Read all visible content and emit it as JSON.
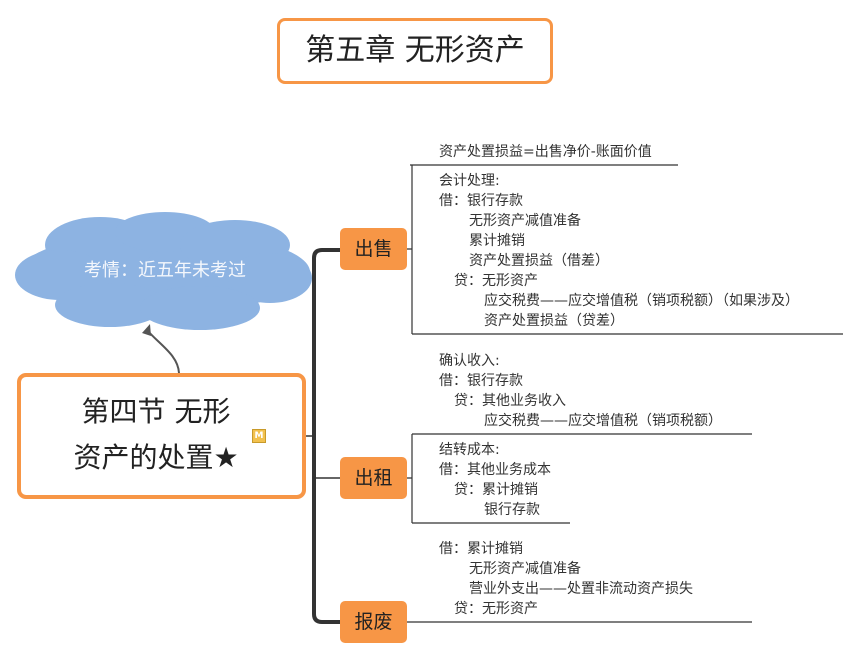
{
  "title": "第五章 无形资产",
  "central": {
    "line1": "第四节 无形",
    "line2": "资产的处置★",
    "marker": "M"
  },
  "callout": {
    "text": "考情：近五年未考过"
  },
  "colors": {
    "accent": "#F79646",
    "cloud": "#8DB3E2",
    "line": "#333333"
  },
  "branches": [
    {
      "label": "出售",
      "children": [
        {
          "lines": [
            "资产处置损益=出售净价-账面价值"
          ]
        },
        {
          "lines": [
            "会计处理:",
            "借：银行存款",
            "无形资产减值准备",
            "累计摊销",
            "资产处置损益（借差）",
            "贷：无形资产",
            "应交税费——应交增值税（销项税额）（如果涉及）",
            "资产处置损益（贷差）"
          ]
        }
      ]
    },
    {
      "label": "出租",
      "children": [
        {
          "lines": [
            "确认收入:",
            "借：银行存款",
            "贷：其他业务收入",
            "应交税费——应交增值税（销项税额）"
          ]
        },
        {
          "lines": [
            "结转成本:",
            "借：其他业务成本",
            "贷：累计摊销",
            "银行存款"
          ]
        }
      ]
    },
    {
      "label": "报废",
      "children": [
        {
          "lines": [
            "借：累计摊销",
            "无形资产减值准备",
            "营业外支出——处置非流动资产损失",
            "贷：无形资产"
          ]
        }
      ]
    }
  ]
}
